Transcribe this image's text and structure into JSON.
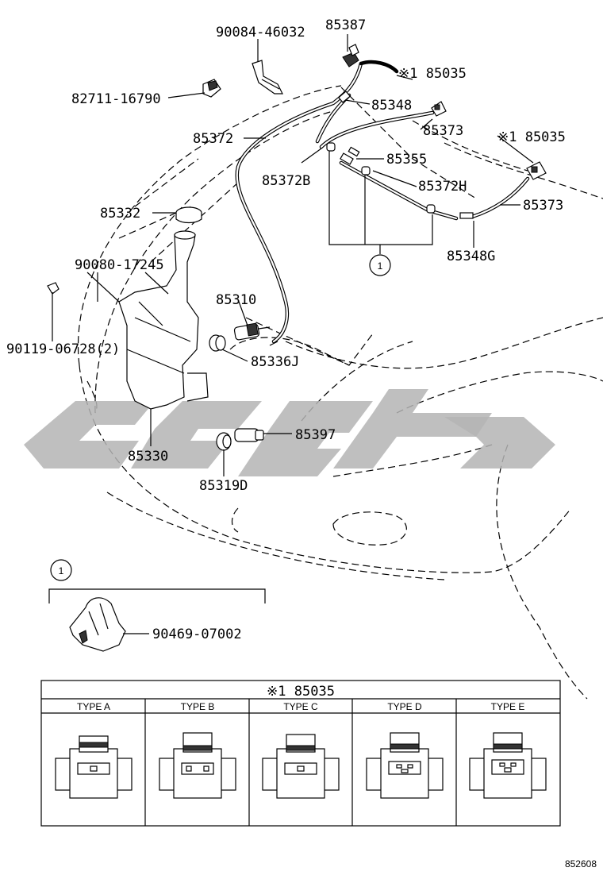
{
  "diagram": {
    "parts": [
      {
        "id": "p-90084-46032",
        "label": "90084-46032"
      },
      {
        "id": "p-85387",
        "label": "85387"
      },
      {
        "id": "p-85035-a",
        "label": "※1 85035"
      },
      {
        "id": "p-82711-16790",
        "label": "82711-16790"
      },
      {
        "id": "p-85348",
        "label": "85348"
      },
      {
        "id": "p-85373-a",
        "label": "85373"
      },
      {
        "id": "p-85035-b",
        "label": "※1 85035"
      },
      {
        "id": "p-85372",
        "label": "85372"
      },
      {
        "id": "p-85355",
        "label": "85355"
      },
      {
        "id": "p-85372b",
        "label": "85372B"
      },
      {
        "id": "p-85372h",
        "label": "85372H"
      },
      {
        "id": "p-85373-b",
        "label": "85373"
      },
      {
        "id": "p-85332",
        "label": "85332"
      },
      {
        "id": "p-85348g",
        "label": "85348G"
      },
      {
        "id": "p-90080-17245",
        "label": "90080-17245"
      },
      {
        "id": "p-85310",
        "label": "85310"
      },
      {
        "id": "p-90119-06728",
        "label": "90119-06728(2)"
      },
      {
        "id": "p-85336j",
        "label": "85336J"
      },
      {
        "id": "p-85397",
        "label": "85397"
      },
      {
        "id": "p-85330",
        "label": "85330"
      },
      {
        "id": "p-85319d",
        "label": "85319D"
      },
      {
        "id": "p-90469-07002",
        "label": "90469-07002"
      }
    ],
    "callout": "1",
    "table": {
      "title": "※1 85035",
      "types": [
        "TYPE A",
        "TYPE B",
        "TYPE C",
        "TYPE D",
        "TYPE E"
      ]
    },
    "figure_number": "852608"
  }
}
